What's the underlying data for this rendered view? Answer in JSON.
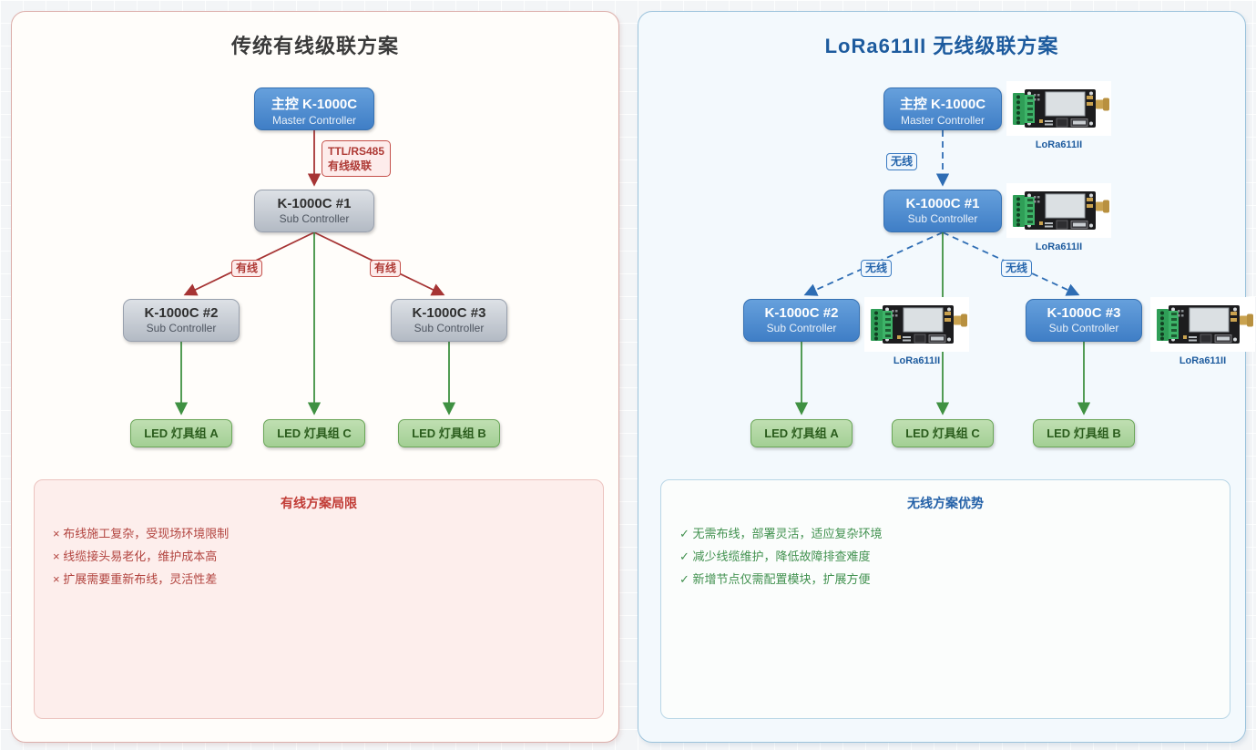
{
  "colors": {
    "wired_red": "#a63434",
    "cable_green": "#3f9142",
    "wireless_blue": "#2e6db4",
    "brand_blue": "#1d5b9e"
  },
  "left_panel": {
    "title": "传统有线级联方案",
    "master": {
      "title": "主控 K-1000C",
      "subtitle": "Master Controller"
    },
    "sub1": {
      "title": "K-1000C #1",
      "subtitle": "Sub Controller"
    },
    "sub2": {
      "title": "K-1000C #2",
      "subtitle": "Sub Controller"
    },
    "sub3": {
      "title": "K-1000C #3",
      "subtitle": "Sub Controller"
    },
    "led_a": "LED 灯具组 A",
    "led_c": "LED 灯具组 C",
    "led_b": "LED 灯具组 B",
    "edge_label_line1": "TTL/RS485",
    "edge_label_line2": "有线级联",
    "wired_badge": "有线",
    "card": {
      "title": "有线方案局限",
      "items": [
        "× 布线施工复杂，受现场环境限制",
        "× 线缆接头易老化，维护成本高",
        "× 扩展需要重新布线，灵活性差"
      ]
    }
  },
  "right_panel": {
    "title": "LoRa611II 无线级联方案",
    "master": {
      "title": "主控 K-1000C",
      "subtitle": "Master Controller"
    },
    "sub1": {
      "title": "K-1000C #1",
      "subtitle": "Sub Controller"
    },
    "sub2": {
      "title": "K-1000C #2",
      "subtitle": "Sub Controller"
    },
    "sub3": {
      "title": "K-1000C #3",
      "subtitle": "Sub Controller"
    },
    "led_a": "LED 灯具组 A",
    "led_c": "LED 灯具组 C",
    "led_b": "LED 灯具组 B",
    "wireless_badge": "无线",
    "module_label": "LoRa611II",
    "card": {
      "title": "无线方案优势",
      "items": [
        "✓ 无需布线，部署灵活，适应复杂环境",
        "✓ 减少线缆维护，降低故障排查难度",
        "✓ 新增节点仅需配置模块，扩展方便"
      ]
    }
  }
}
